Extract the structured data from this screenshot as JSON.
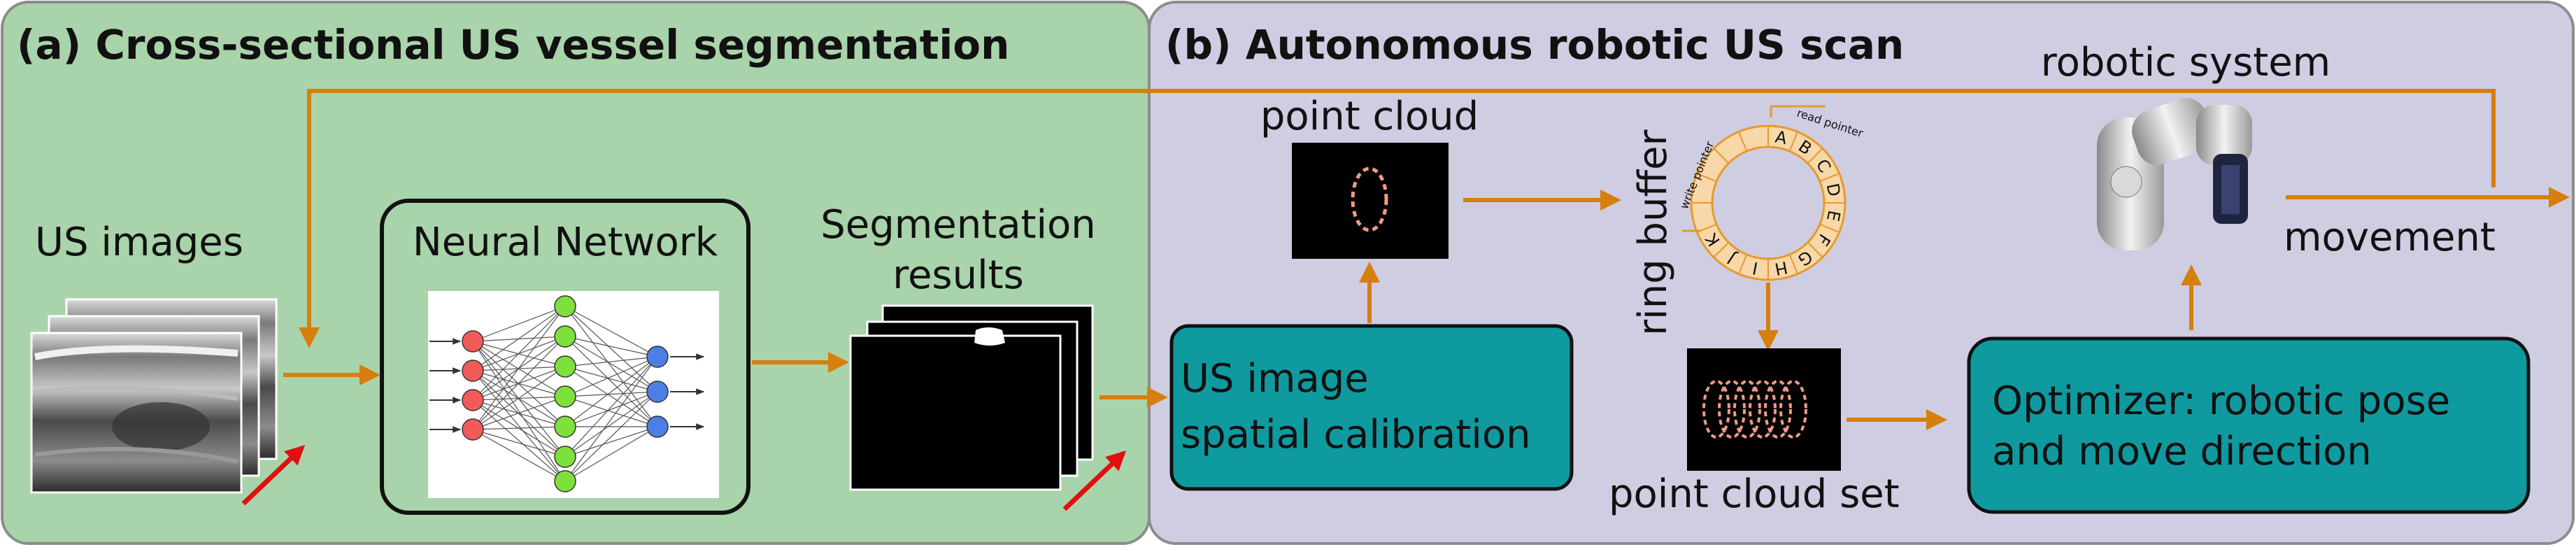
{
  "panel_a": {
    "title": "(a) Cross-sectional US vessel segmentation",
    "us_images_label": "US images",
    "neural_network_label": "Neural Network",
    "segmentation_label_line1": "Segmentation",
    "segmentation_label_line2": "results"
  },
  "panel_b": {
    "title": "(b) Autonomous robotic US scan",
    "point_cloud_label": "point cloud",
    "ring_buffer_label": "ring buffer",
    "ring_cells": [
      "A",
      "B",
      "C",
      "D",
      "E",
      "F",
      "G",
      "H",
      "I",
      "J",
      "K"
    ],
    "write_pointer_label": "write pointer",
    "read_pointer_label": "read pointer",
    "robotic_system_label": "robotic system",
    "movement_label": "movement",
    "calibration_line1": "US image",
    "calibration_line2": "spatial calibration",
    "point_cloud_set_label": "point cloud set",
    "optimizer_line1": "Optimizer: robotic pose",
    "optimizer_line2": "and move direction"
  },
  "colors": {
    "panel_a_bg": "#a9d3aa",
    "panel_b_bg": "#cfcde2",
    "arrow": "#d67f0c",
    "teal_box": "#0f9aa0",
    "red_arrow": "#e01010",
    "neuron_input": "#f25a5a",
    "neuron_hidden": "#7ee03a",
    "neuron_output": "#4d7ee6"
  }
}
